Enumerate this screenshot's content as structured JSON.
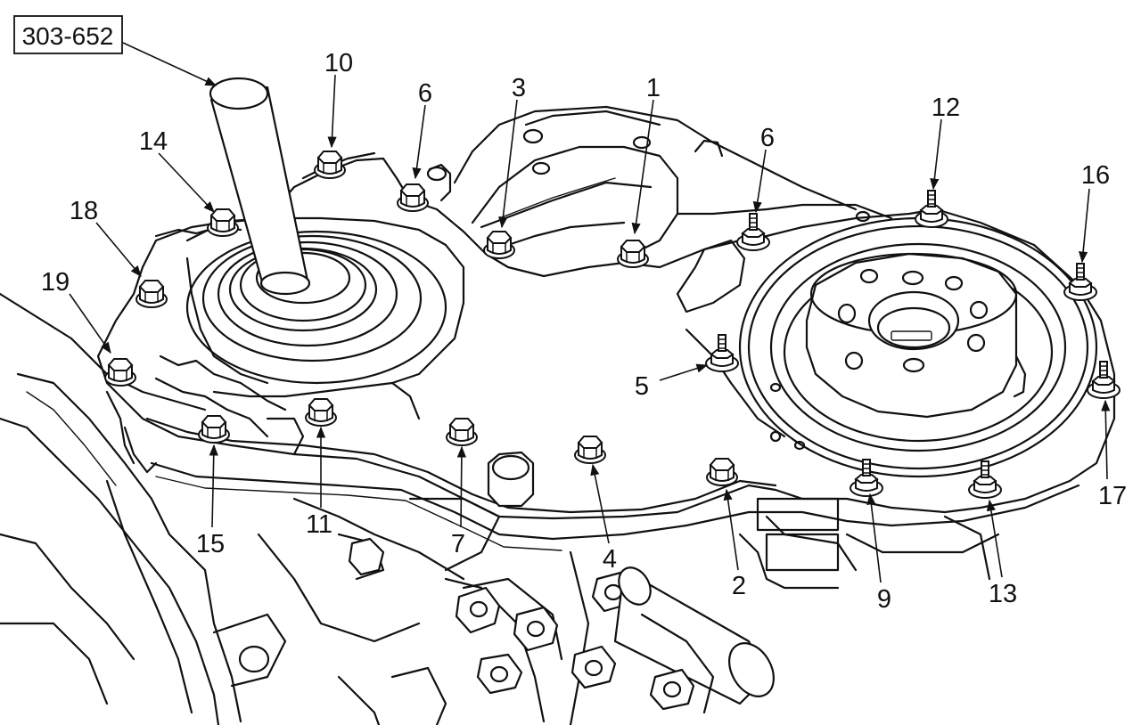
{
  "tool_label": "303-652",
  "callouts": {
    "n1": "1",
    "n2": "2",
    "n3": "3",
    "n4": "4",
    "n5": "5",
    "n6a": "6",
    "n6b": "6",
    "n7": "7",
    "n9": "9",
    "n10": "10",
    "n11": "11",
    "n12": "12",
    "n13": "13",
    "n14": "14",
    "n15": "15",
    "n16": "16",
    "n17": "17",
    "n18": "18",
    "n19": "19"
  }
}
